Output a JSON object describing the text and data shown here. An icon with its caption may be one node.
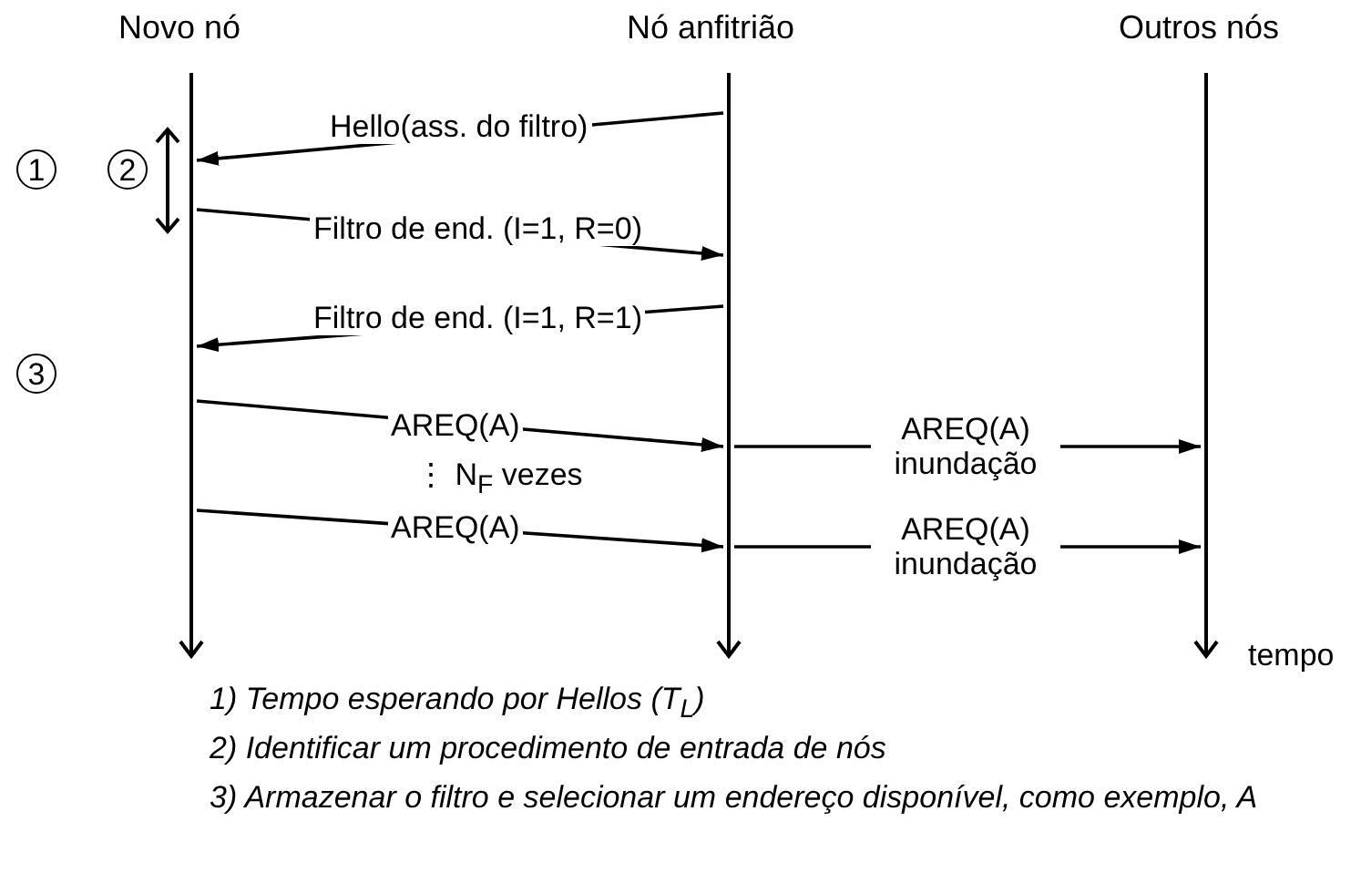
{
  "diagram": {
    "nodes": [
      {
        "text": [],
        "shape": "line",
        "beside": [
          "Novo nó"
        ]
      },
      {
        "text": [],
        "shape": "line",
        "beside": [
          "Nó anfitrião"
        ]
      },
      {
        "text": [],
        "shape": "line",
        "beside": [
          "Outros nós"
        ]
      },
      {
        "text": [
          "1"
        ]
      },
      {
        "text": [
          "2"
        ]
      },
      {
        "text": [
          "3"
        ]
      }
    ],
    "edges": [
      {
        "from": 1,
        "to": 0,
        "arrow": "to",
        "label": "Hello(ass. do filtro)"
      },
      {
        "from": 0,
        "to": 1,
        "arrow": "to",
        "label": "Filtro de end. (I=1, R=0)"
      },
      {
        "from": 1,
        "to": 0,
        "arrow": "to",
        "label": "Filtro de end. (I=1, R=1)"
      },
      {
        "from": 0,
        "to": 1,
        "arrow": "to",
        "label": "AREQ(A)"
      },
      {
        "from": 1,
        "to": 2,
        "arrow": "to",
        "label": "AREQ(A) inundação"
      },
      {
        "from": 0,
        "to": 1,
        "arrow": "to",
        "label": "AREQ(A)"
      },
      {
        "from": 1,
        "to": 2,
        "arrow": "to",
        "label": "AREQ(A) inundação"
      }
    ],
    "labels": [
      "⋮ N$_{F}$ vezes",
      "tempo",
      "1) Tempo esperando por Hellos (T$_{L}$)",
      "2) Identificar um procedimento de entrada de nós",
      "3) Armazenar o filtro e selecionar um endereço disponível, como exemplo, A"
    ]
  }
}
